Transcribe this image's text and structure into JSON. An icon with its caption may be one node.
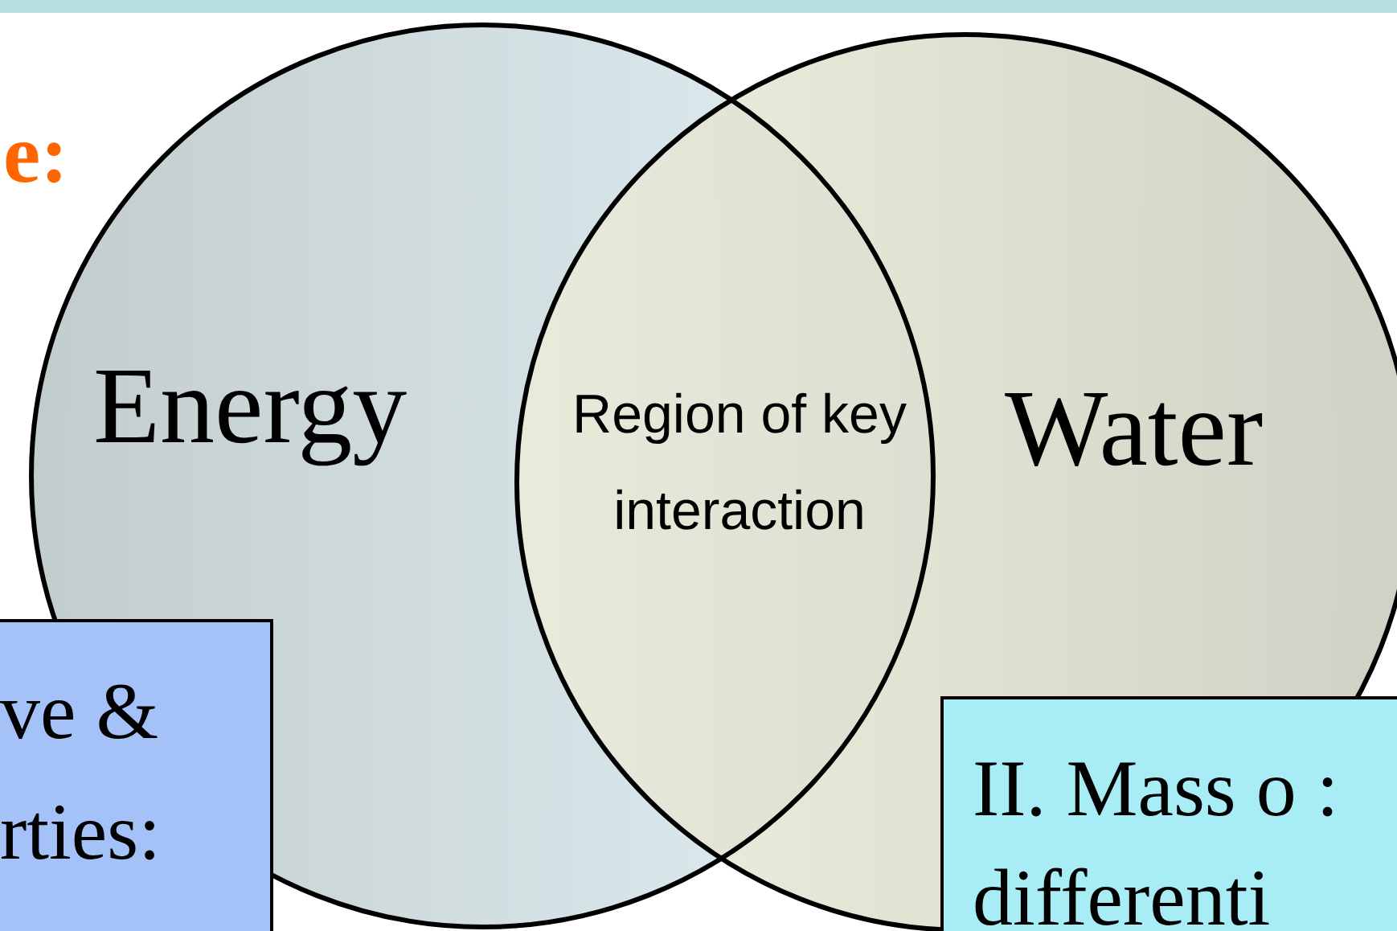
{
  "diagram": {
    "nodes": [
      {
        "text": [
          "Energy"
        ]
      },
      {
        "text": [
          "Water"
        ]
      },
      {
        "text": [
          "Region of key interaction"
        ]
      },
      {
        "text": [
          "ve & rties:"
        ]
      },
      {
        "text": [
          "II. Mass o : differenti"
        ]
      }
    ],
    "labels": [
      "e:"
    ]
  }
}
